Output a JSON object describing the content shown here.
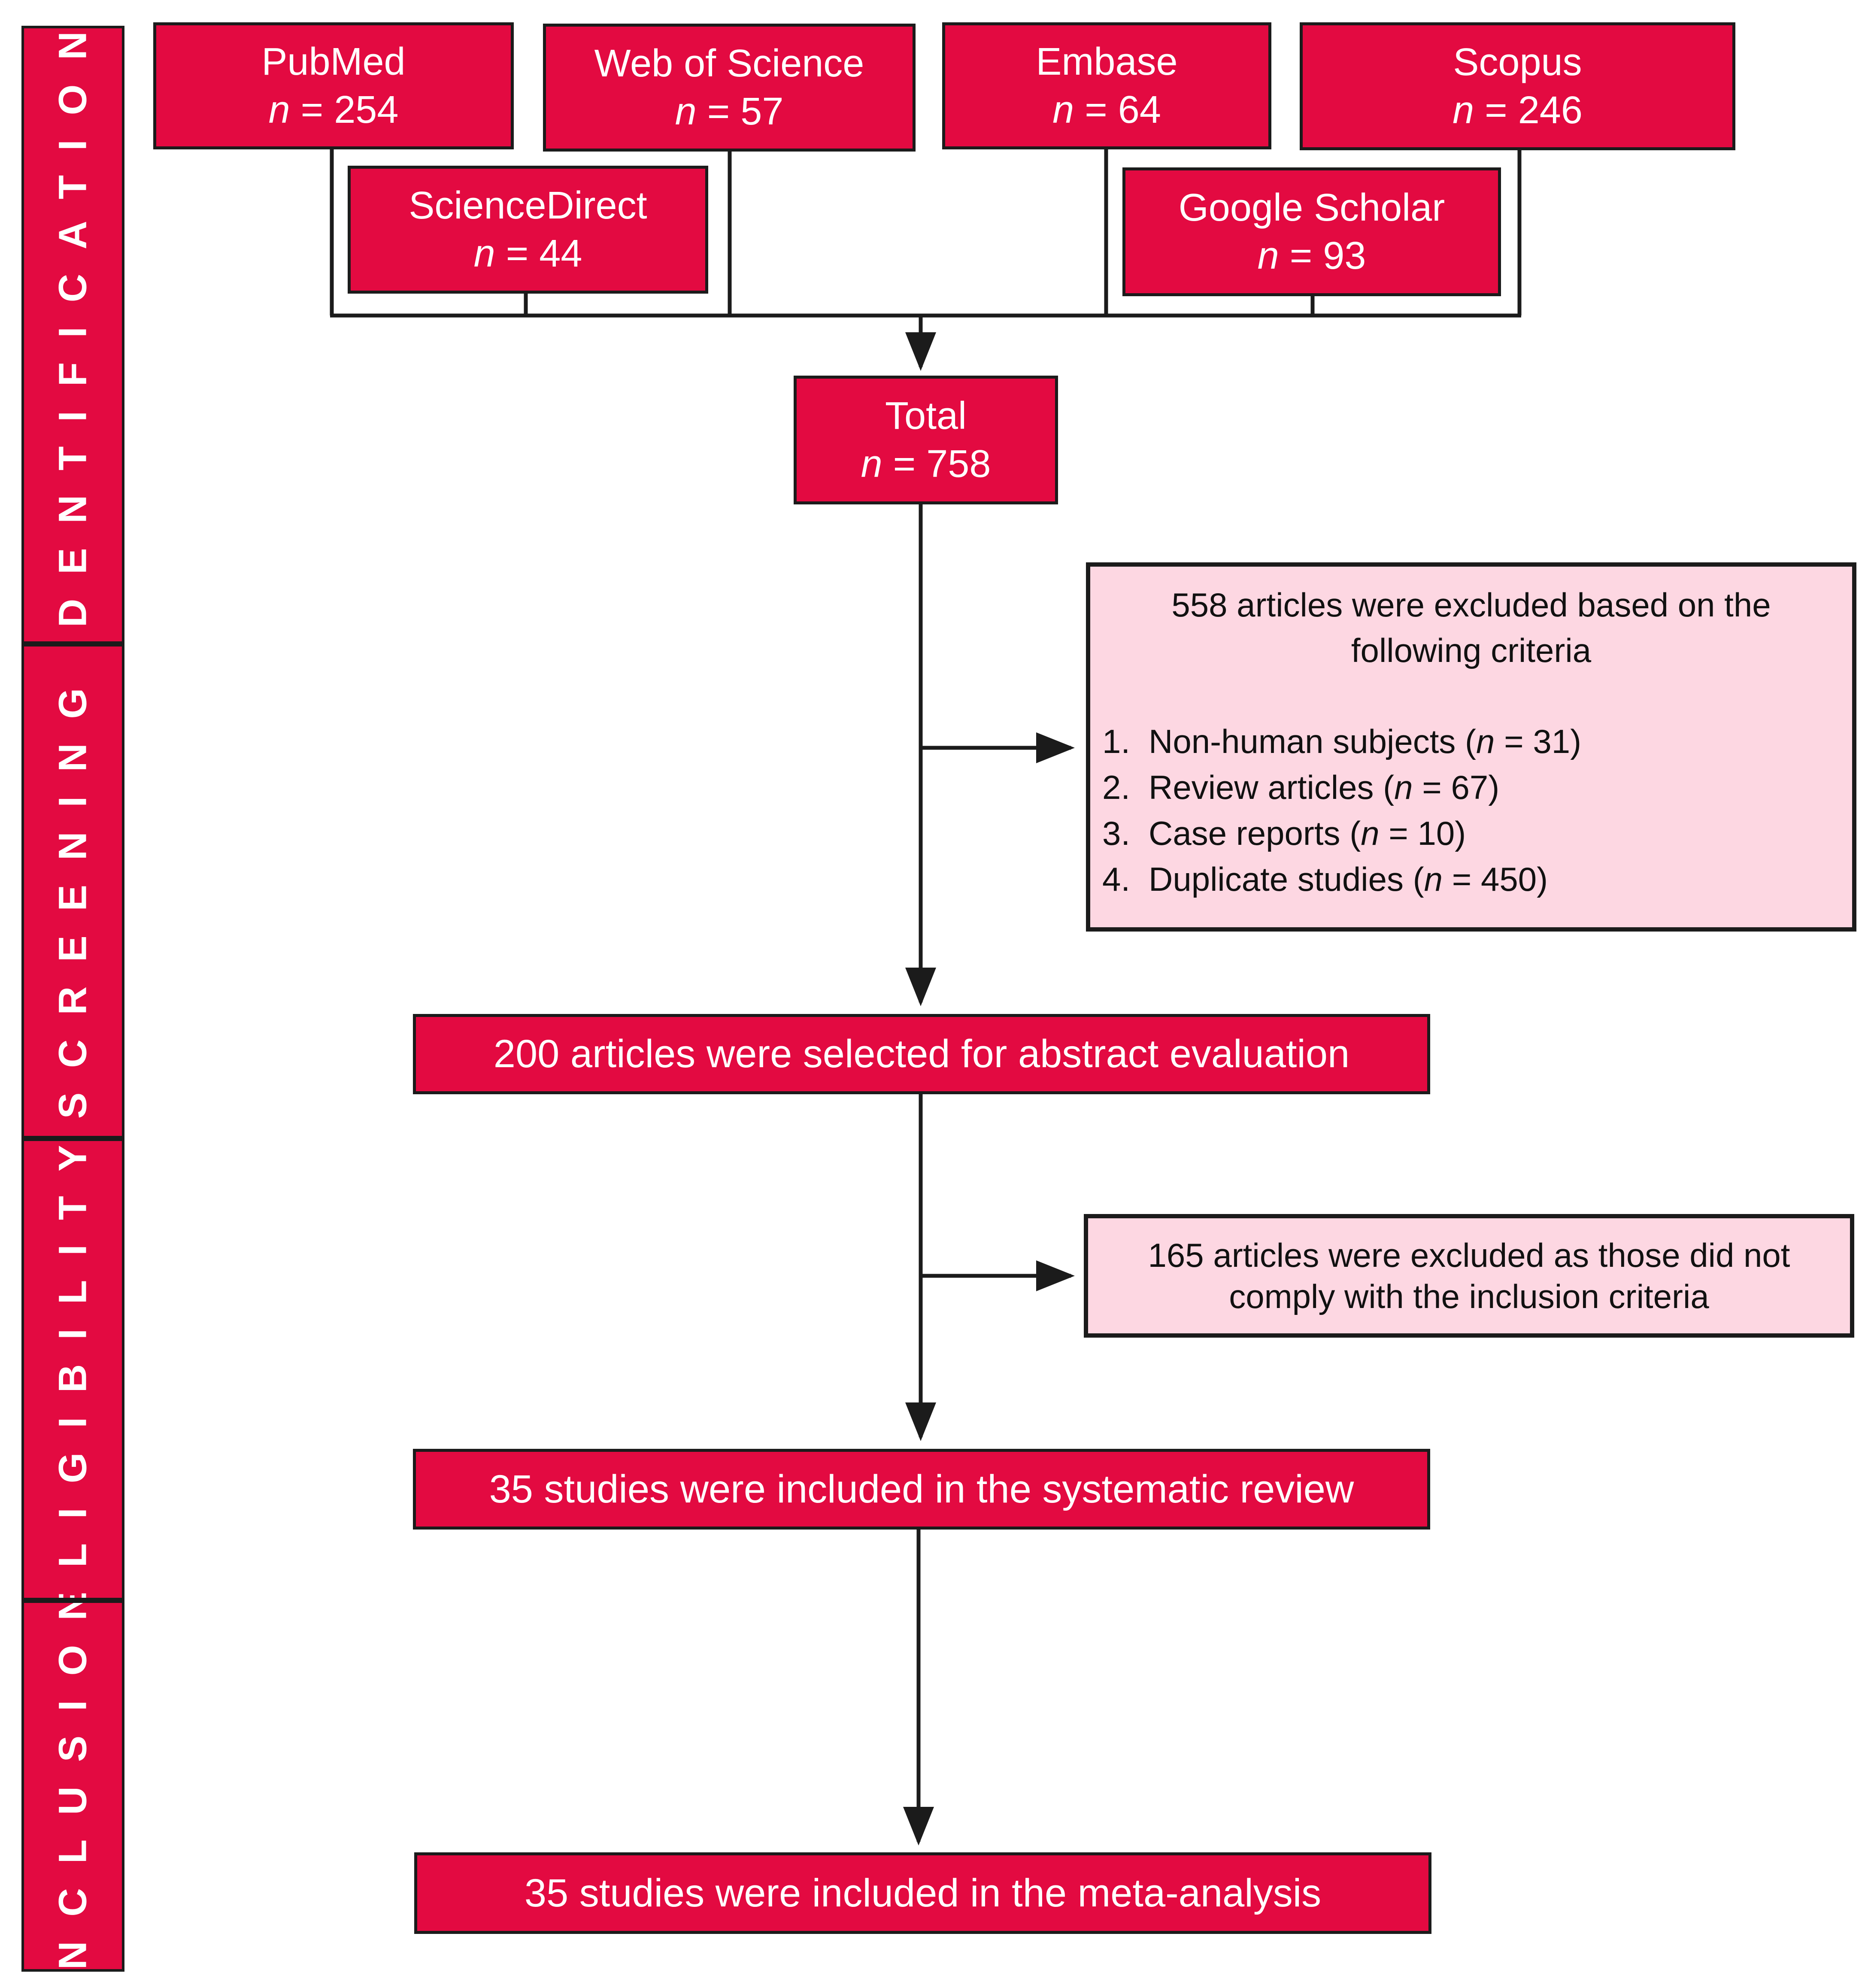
{
  "phases": [
    "IDENTIFICATION",
    "SCREENING",
    "ELIGIBILITY",
    "INCLUSION"
  ],
  "sources": [
    {
      "name": "PubMed",
      "count": "254"
    },
    {
      "name": "Web of Science",
      "count": "57"
    },
    {
      "name": "Embase",
      "count": "64"
    },
    {
      "name": "Scopus",
      "count": "246"
    },
    {
      "name": "ScienceDirect",
      "count": "44"
    },
    {
      "name": "Google Scholar",
      "count": "93"
    }
  ],
  "n_symbol": "n",
  "equals": " = ",
  "total": {
    "label": "Total",
    "count": "758"
  },
  "exclusion_1": {
    "heading_line1": "558 articles were excluded based on the",
    "heading_line2": "following criteria",
    "criteria": [
      {
        "num": "1.",
        "text": "Non-human subjects",
        "count": "31"
      },
      {
        "num": "2.",
        "text": "Review articles",
        "count": "67"
      },
      {
        "num": "3.",
        "text": "Case reports",
        "count": "10"
      },
      {
        "num": "4.",
        "text": "Duplicate studies",
        "count": "450"
      }
    ]
  },
  "abstract_step": "200 articles were selected for abstract evaluation",
  "exclusion_2": {
    "line1": "165 articles were excluded as those did not",
    "line2": "comply with the inclusion criteria"
  },
  "systematic_step": "35 studies were included in the systematic review",
  "meta_step": "35 studies were included in the meta-analysis",
  "colors": {
    "box_red": "#e30a41",
    "box_pink": "#fdd7e2",
    "line": "#1b1b1b"
  }
}
